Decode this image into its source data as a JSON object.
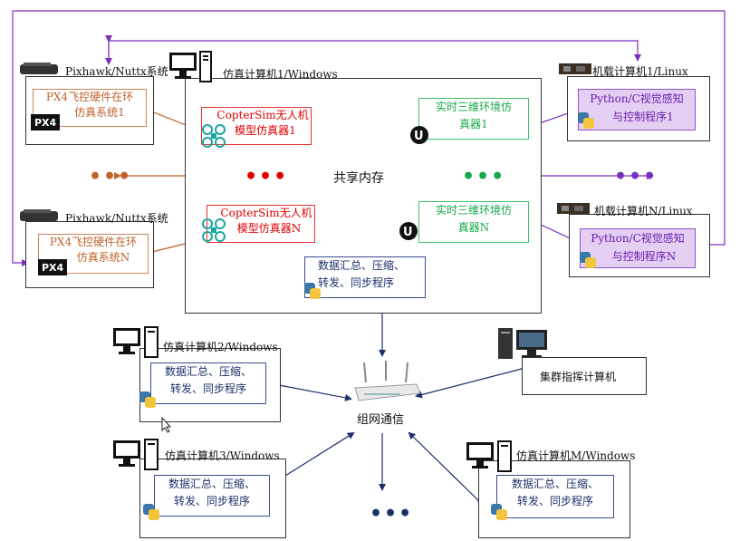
{
  "main_pc": {
    "title": "仿真计算机1/Windows"
  },
  "pixhawk": {
    "top_title": "Pixhawk/Nuttx系统",
    "bottom_title": "Pixhawk/Nuttx系统"
  },
  "px4": {
    "top_line1": "PX4飞控硬件在环",
    "top_line2": "仿真系统1",
    "bottom_line1": "PX4飞控硬件在环",
    "bottom_line2": "仿真系统N"
  },
  "coptersim": {
    "top_line1": "CopterSim无人机",
    "top_line2": "模型仿真器1",
    "bottom_line1": "CopterSim无人机",
    "bottom_line2": "模型仿真器N"
  },
  "shared_memory": "共享内存",
  "realtime3d": {
    "top_line1": "实时三维环境仿",
    "top_line2": "真器1",
    "bottom_line1": "实时三维环境仿",
    "bottom_line2": "真器N"
  },
  "onboard": {
    "top_title": "机载计算机1/Linux",
    "bottom_title": "机载计算机N/Linux",
    "top_line1": "Python/C视觉感知",
    "top_line2": "与控制程序1",
    "bottom_line1": "Python/C视觉感知",
    "bottom_line2": "与控制程序N"
  },
  "data_proc": {
    "line1": "数据汇总、压缩、",
    "line2": "转发、同步程序"
  },
  "pc2": {
    "title": "仿真计算机2/Windows",
    "line1": "数据汇总、压缩、",
    "line2": "转发、同步程序"
  },
  "pc3": {
    "title": "仿真计算机3/Windows",
    "line1": "数据汇总、压缩、",
    "line2": "转发、同步程序"
  },
  "pcM": {
    "title": "仿真计算机M/Windows",
    "line1": "数据汇总、压缩、",
    "line2": "转发、同步程序"
  },
  "cluster": {
    "label": "集群指挥计算机"
  },
  "router": {
    "label": "组网通信"
  },
  "ellipsis": "•••",
  "colors": {
    "orange": "#c0602a",
    "red": "#e00000",
    "green": "#15a84a",
    "purple": "#7b2fbf",
    "navy": "#1d2f6b"
  }
}
